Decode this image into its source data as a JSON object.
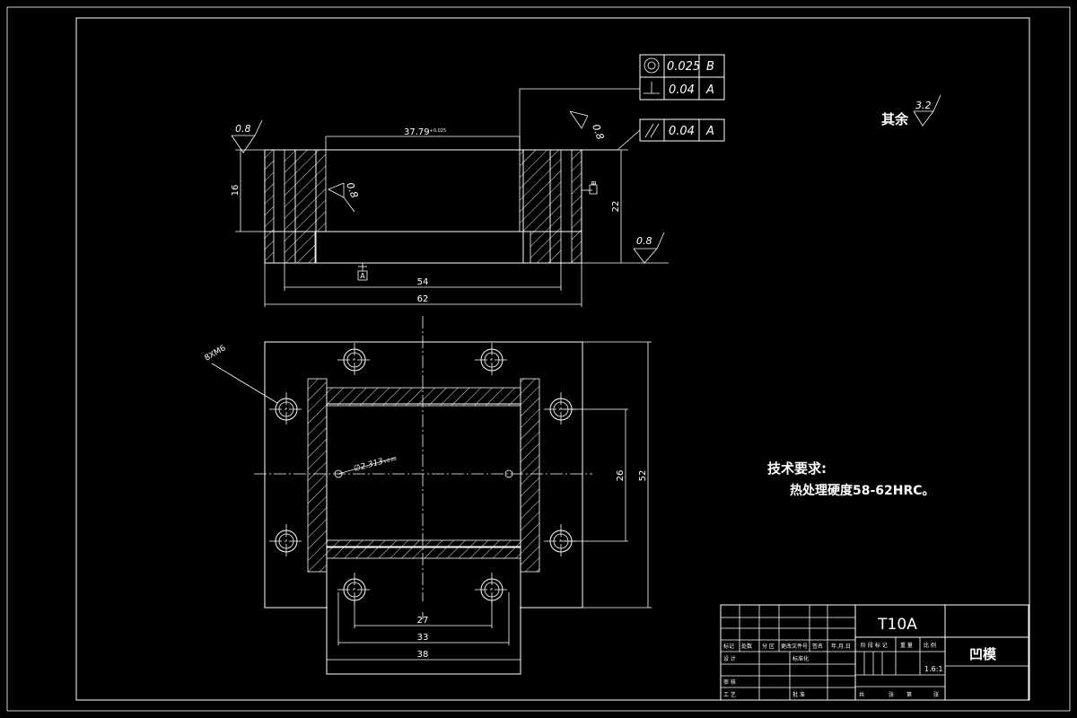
{
  "tolerances": {
    "concentricity_value": "0.025",
    "concentricity_datum": "B",
    "perpendicularity_value": "0.04",
    "perpendicularity_datum": "A",
    "parallelism_value": "0.04",
    "parallelism_datum": "A"
  },
  "roughness": {
    "top_left": "0.8",
    "top_right": "0.8",
    "bore": "0.8",
    "bottom_right": "0.8",
    "other": "3.2",
    "other_label": "其余"
  },
  "dimensions": {
    "bore_width": "37.79",
    "bore_tolerance": "+0.025",
    "height_16": "16",
    "height_22": "22",
    "width_54": "54",
    "width_62": "62",
    "height_26": "26",
    "height_52": "52",
    "width_27": "27",
    "width_33": "33",
    "width_38": "38",
    "pin_hole": "2.313",
    "pin_tolerance": "+0.02",
    "screw_holes": "8XM6"
  },
  "datums": {
    "a": "A",
    "b": "B"
  },
  "notes": {
    "title": "技术要求:",
    "hardness": "热处理硬度58-62HRC。"
  },
  "title_block": {
    "material": "T10A",
    "part_name": "凹模",
    "scale": "1.6:1",
    "mark": "标记",
    "count": "处数",
    "zone": "分 区",
    "change_doc": "更改文件号",
    "signature": "签名",
    "date": "年.月.日",
    "design": "设 计",
    "standardize": "标准化",
    "review": "审 核",
    "process": "工 艺",
    "approve": "批 准",
    "stage_mark": "阶 段 标 记",
    "weight": "重 量",
    "ratio": "比 例",
    "total": "共",
    "sheet": "张",
    "page": "第",
    "of": "张"
  }
}
